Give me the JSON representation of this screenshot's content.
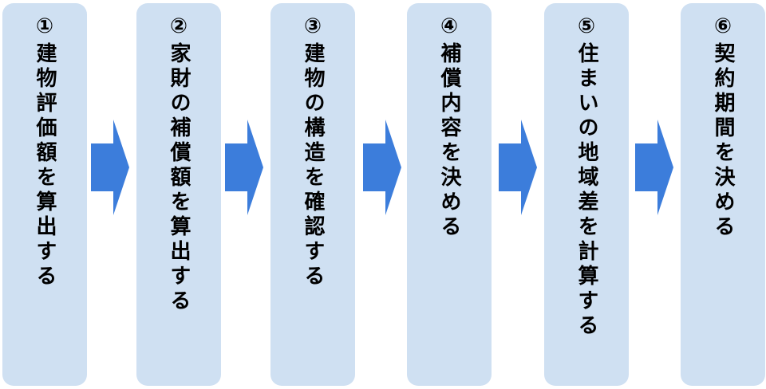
{
  "steps": [
    {
      "label": "①建物評価額を算出する"
    },
    {
      "label": "②家財の補償額を算出する"
    },
    {
      "label": "③建物の構造を確認する"
    },
    {
      "label": "④補償内容を決める"
    },
    {
      "label": "⑤住まいの地域差を計算する"
    },
    {
      "label": "⑥契約期間を決める"
    }
  ],
  "colors": {
    "box_fill": "#cfe0f2",
    "arrow_fill": "#3c7ddb",
    "text": "#000000"
  },
  "icons": {
    "connector": "arrow-right-icon"
  }
}
